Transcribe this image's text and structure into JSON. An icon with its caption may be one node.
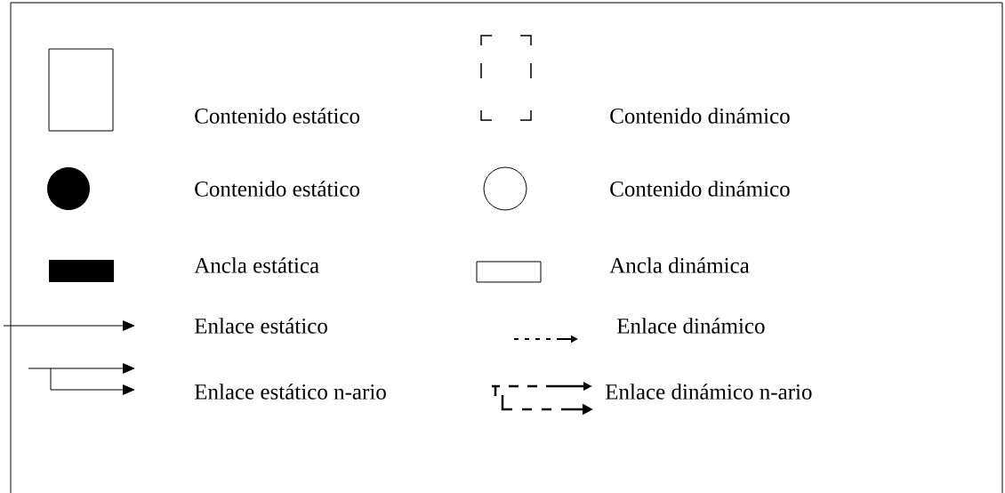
{
  "diagram": {
    "legend": [
      {
        "text": "Contenido estático"
      },
      {
        "text": "Contenido dinámico"
      },
      {
        "text": "Contenido estático"
      },
      {
        "text": "Contenido dinámico"
      },
      {
        "text": "Ancla estática"
      },
      {
        "text": "Ancla dinámica"
      },
      {
        "text": "Enlace estático"
      },
      {
        "text": "Enlace dinámico"
      },
      {
        "text": "Enlace estático n-ario"
      },
      {
        "text": "Enlace dinámico n-ario"
      }
    ]
  }
}
